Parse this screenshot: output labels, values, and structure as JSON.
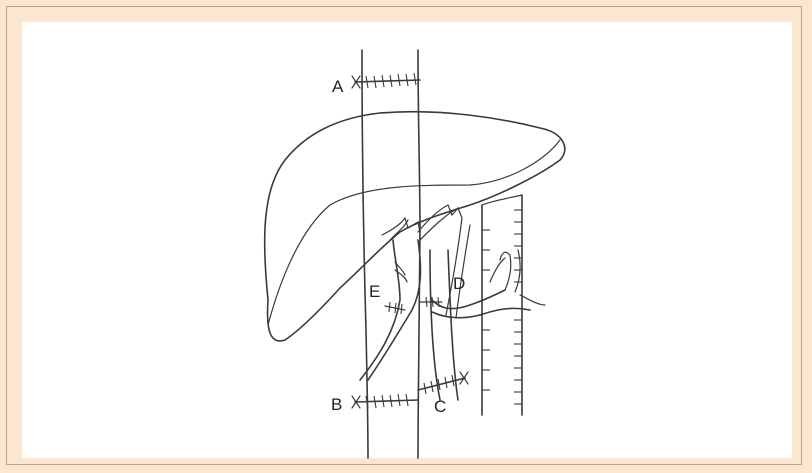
{
  "labels": {
    "a": "A",
    "b": "B",
    "c": "C",
    "d": "D",
    "e": "E"
  },
  "colors": {
    "background": "#fbe6cf",
    "panel": "#ffffff",
    "line": "#3a3a3a"
  }
}
